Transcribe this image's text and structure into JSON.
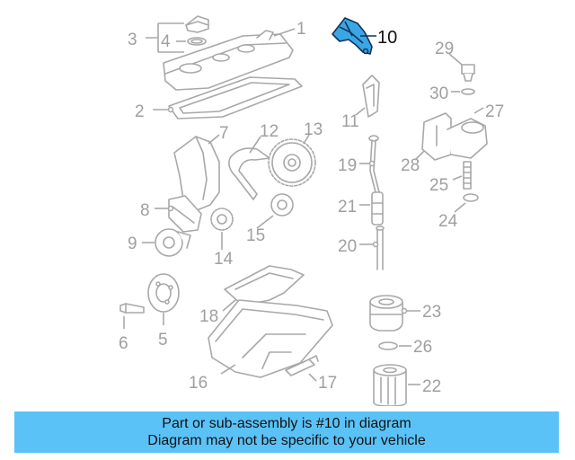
{
  "callouts": {
    "c1": "1",
    "c2": "2",
    "c3": "3",
    "c4": "4",
    "c5": "5",
    "c6": "6",
    "c7": "7",
    "c8": "8",
    "c9": "9",
    "c10": "10",
    "c11": "11",
    "c12": "12",
    "c13": "13",
    "c14": "14",
    "c15": "15",
    "c16": "16",
    "c17": "17",
    "c18": "18",
    "c19": "19",
    "c20": "20",
    "c21": "21",
    "c22": "22",
    "c23": "23",
    "c24": "24",
    "c25": "25",
    "c26": "26",
    "c27": "27",
    "c28": "28",
    "c29": "29",
    "c30": "30"
  },
  "highlight": {
    "part": "10",
    "color": "#3aa7e4",
    "outline": "#15315a"
  },
  "banner": {
    "line1": "Part or sub-assembly is #10 in diagram",
    "line2": "Diagram may not be specific to your vehicle",
    "color": "#5bc2f7"
  }
}
